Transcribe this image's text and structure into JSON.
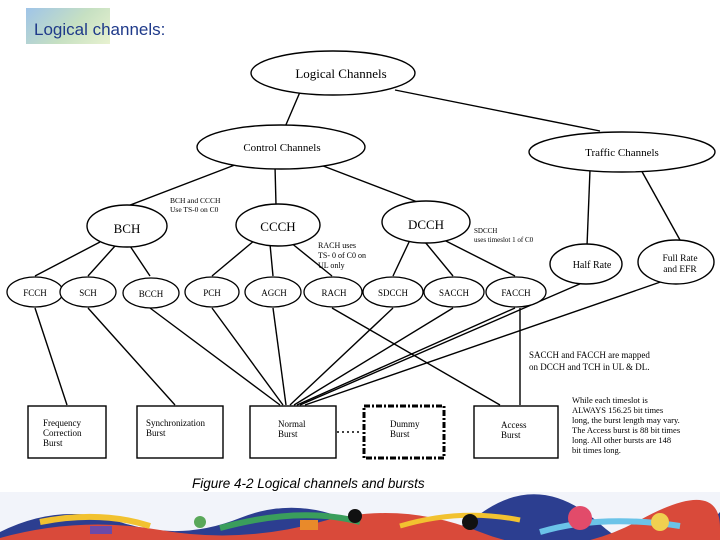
{
  "slide": {
    "title": "Logical channels:"
  },
  "diagram": {
    "root": "Logical Channels",
    "control": "Control Channels",
    "traffic": "Traffic Channels",
    "bch": "BCH",
    "ccch": "CCCH",
    "dcch": "DCCH",
    "half_rate": "Half Rate",
    "full_rate": [
      "Full Rate",
      "and EFR"
    ],
    "leaves": [
      "FCCH",
      "SCH",
      "BCCH",
      "PCH",
      "AGCH",
      "RACH",
      "SDCCH",
      "SACCH",
      "FACCH"
    ],
    "bursts": {
      "frequency": [
        "Frequency",
        "Correction",
        "Burst"
      ],
      "synchronization": [
        "Synchronization",
        "Burst"
      ],
      "normal": [
        "Normal",
        "Burst"
      ],
      "dummy": [
        "Dummy",
        "Burst"
      ],
      "access": [
        "Access",
        "Burst"
      ]
    },
    "notes": {
      "bch_ccch": [
        "BCH and CCCH",
        "Use TS-0 on C0"
      ],
      "rach": [
        "RACH uses",
        "TS- 0 of C0 on",
        "UL only"
      ],
      "sdcch": [
        "SDCCH",
        "uses timeslot 1 of C0"
      ],
      "sacch_facch": [
        "SACCH and FACCH are mapped",
        "on DCCH and TCH in UL & DL."
      ],
      "timeslot": [
        "While each timeslot is",
        "ALWAYS 156.25 bit times",
        "long, the burst length may vary.",
        "The Access burst is 88 bit times",
        "long. All other  bursts are 148",
        "bit times long."
      ]
    },
    "caption": "Figure 4-2 Logical channels and bursts"
  }
}
